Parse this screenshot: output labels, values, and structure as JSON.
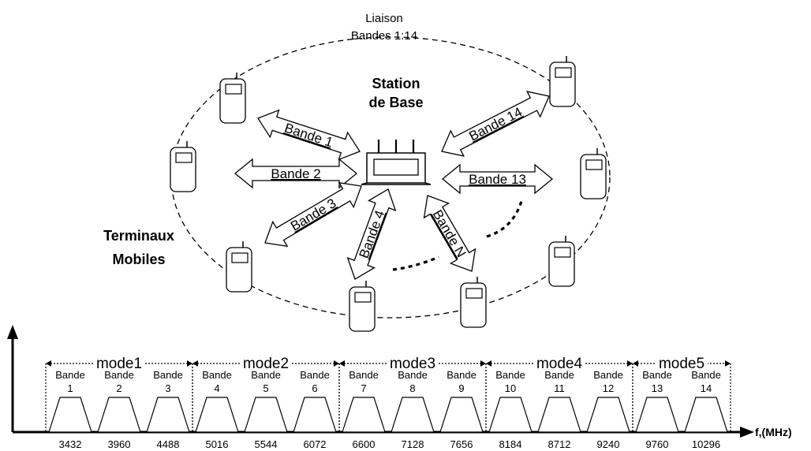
{
  "link_label": [
    "Liaison",
    "Bandes 1:14"
  ],
  "base_station_label": [
    "Station",
    "de Base"
  ],
  "terminals_label": [
    "Terminaux",
    "Mobiles"
  ],
  "arrow_labels": [
    "Bande 1",
    "Bande 2",
    "Bande 3",
    "Bande 4",
    "Bande N",
    "Bande 13",
    "Bande 14"
  ],
  "band_word": "Bande",
  "modes": [
    {
      "label": "mode1",
      "bands": [
        1,
        2,
        3
      ]
    },
    {
      "label": "mode2",
      "bands": [
        4,
        5,
        6
      ]
    },
    {
      "label": "mode3",
      "bands": [
        7,
        8,
        9
      ]
    },
    {
      "label": "mode4",
      "bands": [
        10,
        11,
        12
      ]
    },
    {
      "label": "mode5",
      "bands": [
        13,
        14
      ]
    }
  ],
  "frequencies_mhz": [
    3432,
    3960,
    4488,
    5016,
    5544,
    6072,
    6600,
    7128,
    7656,
    8184,
    8712,
    9240,
    9760,
    10296
  ],
  "axis_label": "f,(MHz)"
}
